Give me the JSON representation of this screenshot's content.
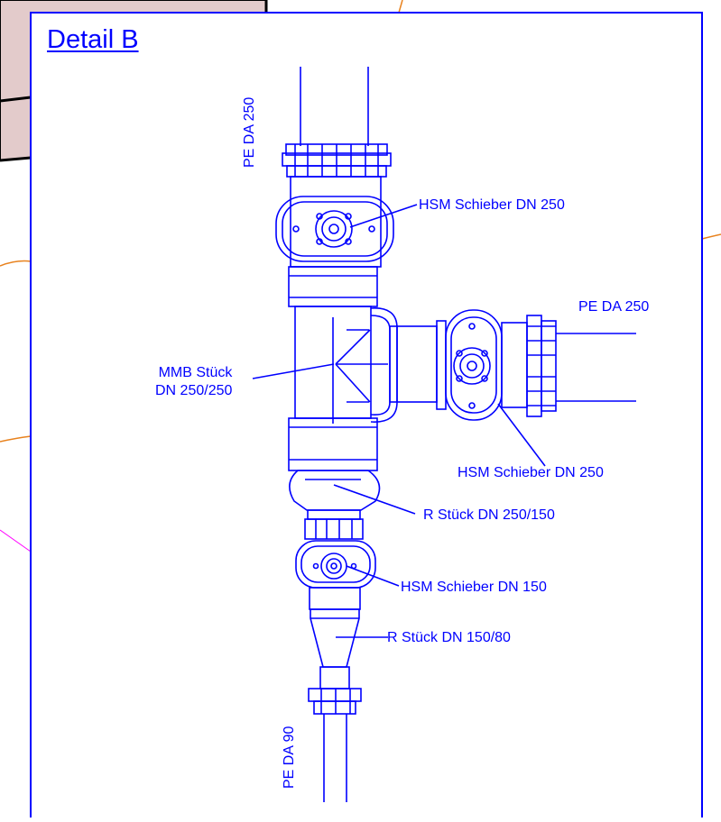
{
  "colors": {
    "line": "#0000ff",
    "background_panel": "#e3cbcb",
    "contour": "#e8821e",
    "magenta": "#ff00ff",
    "outline": "#000000",
    "frame_fill": "#ffffff"
  },
  "title": "Detail B",
  "labels": {
    "pe_da_250_top": "PE DA 250",
    "pe_da_250_right": "PE DA 250",
    "pe_da_90": "PE DA 90",
    "hsm_top": "HSM Schieber DN 250",
    "hsm_right": "HSM Schieber DN 250",
    "hsm_small": "HSM Schieber DN 150",
    "mmb_line1": "MMB Stück",
    "mmb_line2": "DN 250/250",
    "r_stueck_250_150": "R Stück DN 250/150",
    "r_stueck_150_80": "R Stück DN 150/80"
  }
}
